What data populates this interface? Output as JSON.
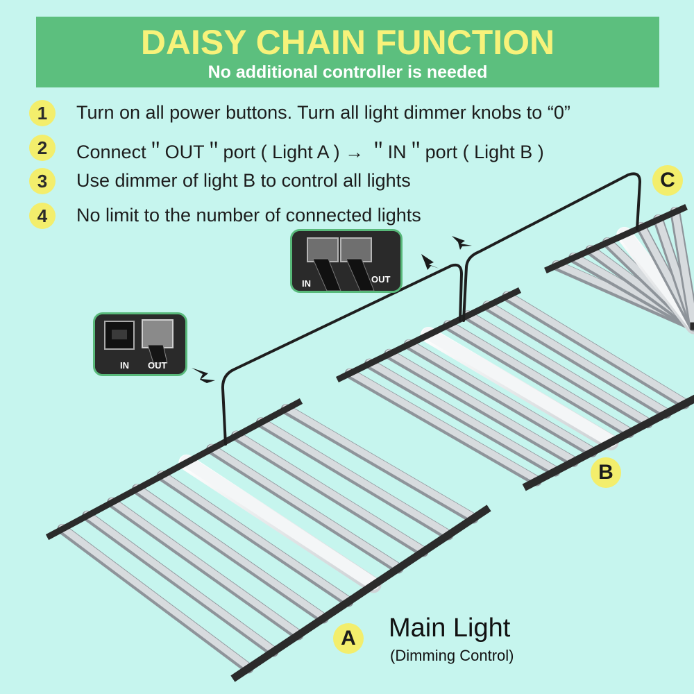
{
  "banner": {
    "title": "DAISY CHAIN FUNCTION",
    "subtitle": "No additional controller is needed"
  },
  "steps": [
    {
      "num": "1",
      "text": "Turn on all power buttons. Turn all light dimmer knobs to “0”"
    },
    {
      "num": "2",
      "text": "Connect＂OUT＂port ( Light A ) → ＂IN＂port ( Light B )"
    },
    {
      "num": "3",
      "text": "Use dimmer of light B to control all lights"
    },
    {
      "num": "4",
      "text": "No limit to the number of connected lights"
    }
  ],
  "lights": {
    "a": "A",
    "b": "B",
    "c": "C"
  },
  "main_light": {
    "title": "Main Light",
    "subtitle": "(Dimming Control)"
  },
  "inset_a": {
    "in_label": "IN",
    "out_label": "OUT"
  },
  "inset_b": {
    "in_label": "IN",
    "out_label": "OUT"
  },
  "colors": {
    "background": "#c6f5ee",
    "banner": "#5cbf7e",
    "title": "#f7f27a",
    "badge": "#f3ee6c",
    "frame": "#2b2b2b",
    "bar": "#c9cdd1"
  }
}
